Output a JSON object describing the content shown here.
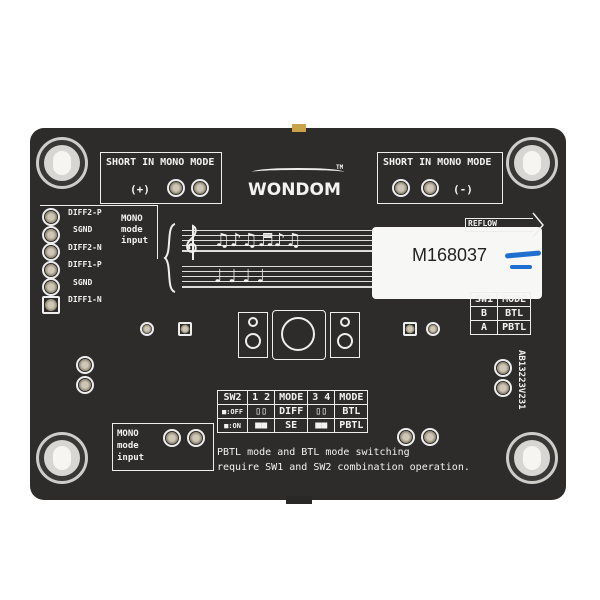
{
  "board": {
    "brand": "WONDOM",
    "tm": "TM",
    "revision": "AB13223V231",
    "reflow": "REFLOW"
  },
  "short_left": {
    "title": "SHORT IN MONO MODE",
    "sign": "(+)"
  },
  "short_right": {
    "title": "SHORT IN MONO MODE",
    "sign": "(-)"
  },
  "pins": [
    "DIFF2-P",
    "SGND",
    "DIFF2-N",
    "DIFF1-P",
    "SGND",
    "DIFF1-N"
  ],
  "mono_input_top": [
    "MONO",
    "mode",
    "input"
  ],
  "mono_input_bottom": [
    "MONO",
    "mode",
    "input"
  ],
  "sticker": {
    "code": "M168037",
    "accent": "#1f6fd1"
  },
  "sw1_table": {
    "header": [
      "SW1",
      "MODE"
    ],
    "rows": [
      [
        "B",
        "BTL"
      ],
      [
        "A",
        "PBTL"
      ]
    ]
  },
  "sw2_table": {
    "header": [
      "SW2",
      "1 2",
      "MODE",
      "3 4",
      "MODE"
    ],
    "rows": [
      [
        "■:OFF",
        "▯▯",
        "DIFF",
        "▯▯",
        "BTL"
      ],
      [
        "■:ON",
        "■■",
        "SE",
        "■■",
        "PBTL"
      ]
    ]
  },
  "note": [
    "PBTL mode and BTL mode switching",
    "require SW1 and SW2 combination operation."
  ]
}
